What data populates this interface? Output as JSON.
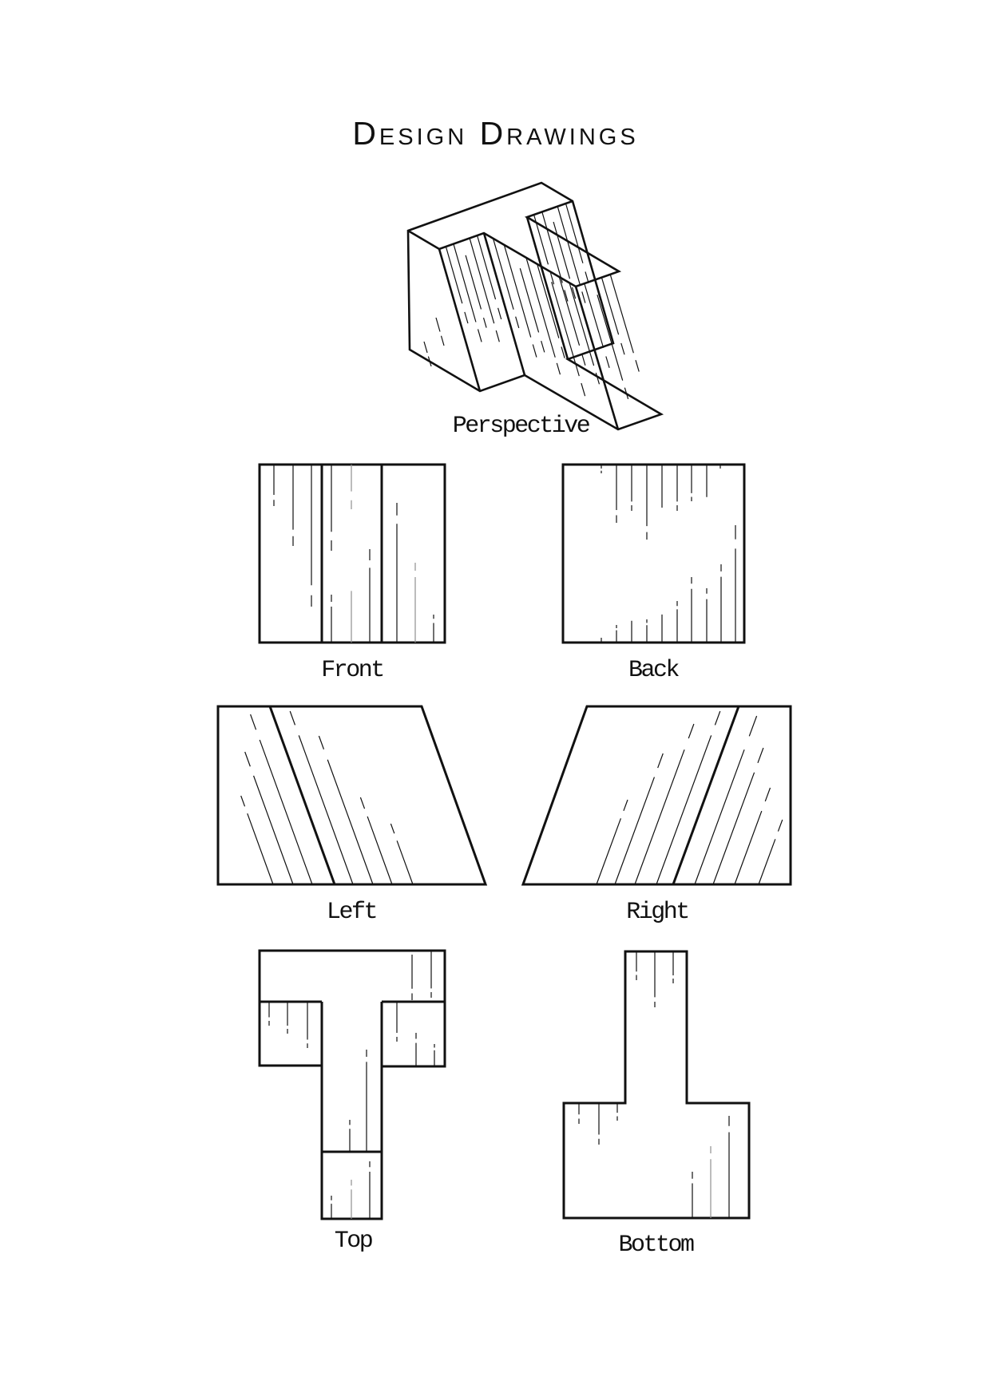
{
  "title": "Design Drawings",
  "views": {
    "perspective": {
      "label": "Perspective"
    },
    "front": {
      "label": "Front"
    },
    "back": {
      "label": "Back"
    },
    "left": {
      "label": "Left"
    },
    "right": {
      "label": "Right"
    },
    "top": {
      "label": "Top"
    },
    "bottom": {
      "label": "Bottom"
    }
  },
  "colors": {
    "ink": "#111111",
    "hatch_gray": "#8f8f8f",
    "background": "#ffffff"
  }
}
